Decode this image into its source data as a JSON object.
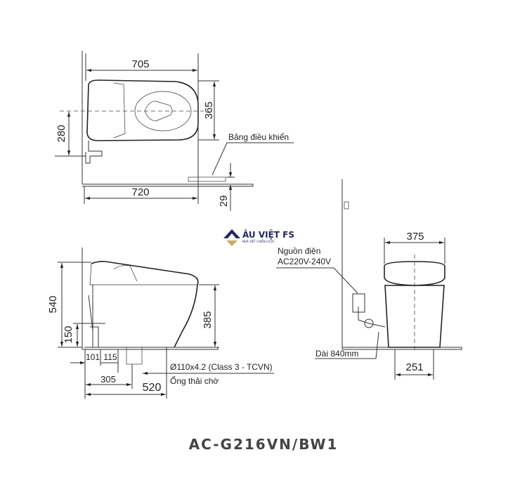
{
  "model_code": "AC-G216VN/BW1",
  "logo": {
    "name": "ÂU VIỆT FS",
    "tagline": "NHÀ VIỆT CHIẾN LƯỢC",
    "colors": {
      "navy": "#1f2a5a",
      "gold": "#c9a86a"
    }
  },
  "top_view": {
    "dims": {
      "length_top": "705",
      "width": "365",
      "center_height": "280",
      "length_bottom": "720",
      "panel_height": "29"
    },
    "label_control_panel": "Bảng điều khiển"
  },
  "side_view": {
    "dims": {
      "total_height": "540",
      "inlet_height": "150",
      "bowl_height": "385",
      "d101": "101",
      "d115": "115",
      "d305": "305",
      "d520": "520"
    },
    "pipe_spec": "Ø110x4.2 (Class 3 - TCVN)",
    "pipe_label": "Ống thải chờ"
  },
  "front_view": {
    "dims": {
      "width": "375",
      "base_width": "251"
    },
    "power_label": "Nguồn điện",
    "power_spec": "AC220V-240V",
    "cable_length": "Dài 840mm"
  }
}
